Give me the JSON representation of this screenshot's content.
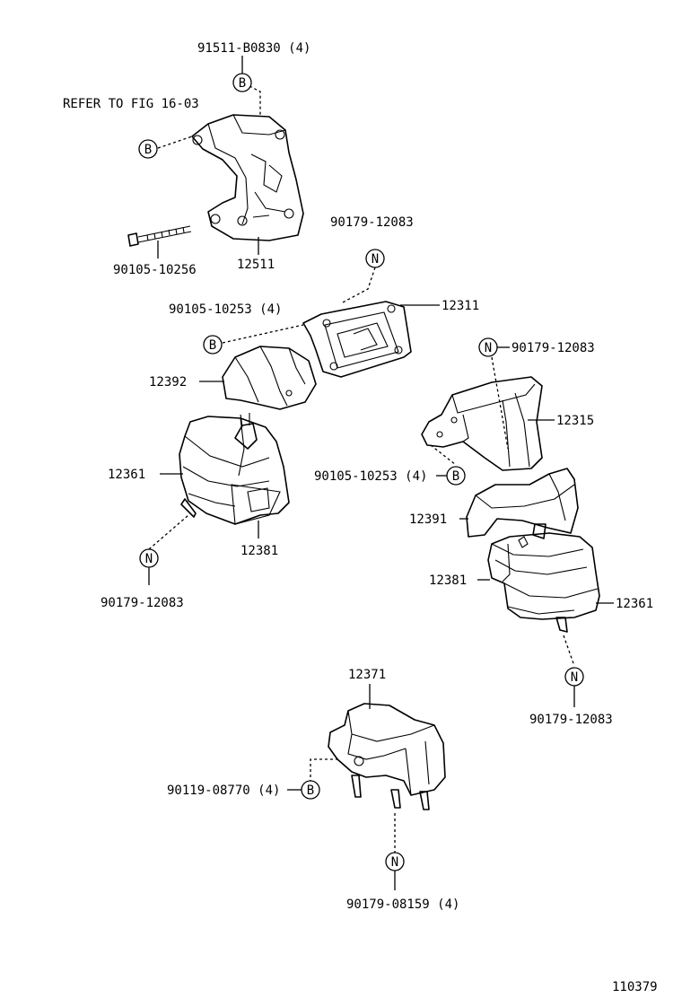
{
  "labels": {
    "p91511": "91511-B0830 (4)",
    "refer": "REFER TO FIG 16-03",
    "p12511": "12511",
    "p90105_10256": "90105-10256",
    "p90179_top": "90179-12083",
    "p90105_10253_left": "90105-10253 (4)",
    "p12311": "12311",
    "p12392": "12392",
    "p12361_left": "12361",
    "p12381_left": "12381",
    "p90179_left": "90179-12083",
    "p90179_right_top": "90179-12083",
    "p12315": "12315",
    "p90105_10253_right": "90105-10253 (4)",
    "p12391": "12391",
    "p12381_right": "12381",
    "p12361_right": "12361",
    "p90179_right_bottom": "90179-12083",
    "p12371": "12371",
    "p90119": "90119-08770 (4)",
    "p90179_bottom": "90179-08159 (4)",
    "figure_no": "110379"
  },
  "markers": {
    "b": "B",
    "n": "N"
  }
}
